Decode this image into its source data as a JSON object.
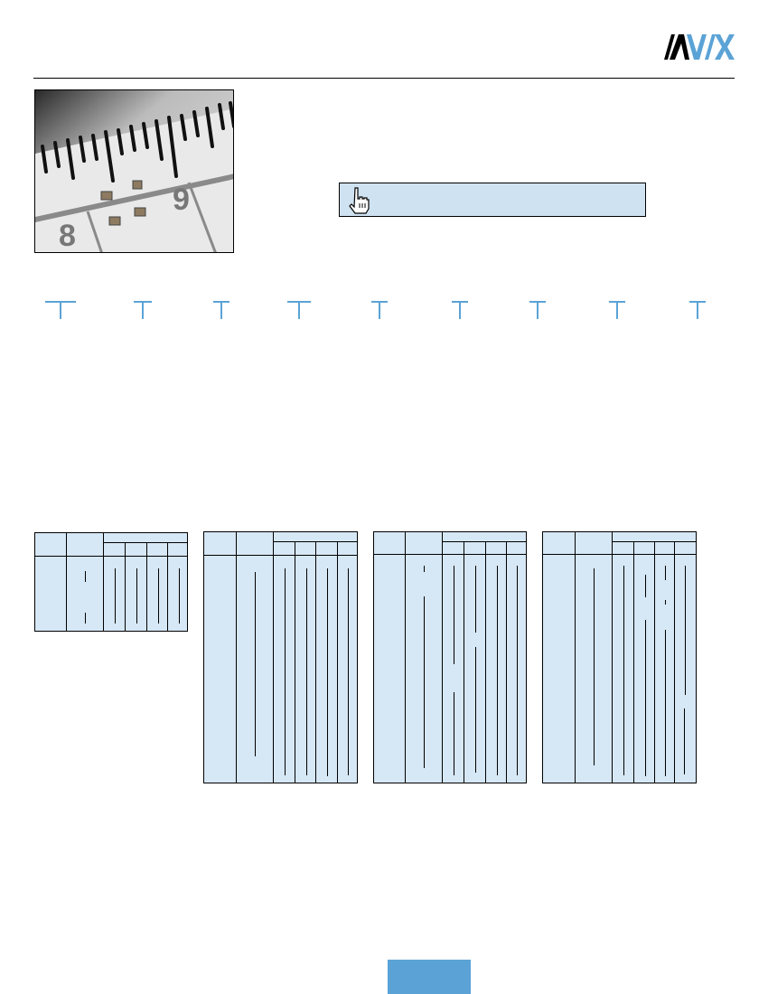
{
  "header": {
    "brand": "AVX",
    "logo_icon": "avx-logo-icon",
    "brand_colors": {
      "primary": "#000000",
      "accent": "#5ba3d6"
    }
  },
  "hero": {
    "photo_icon": "ruler-chip-photo",
    "callout": {
      "icon": "pointing-hand-icon",
      "text": "",
      "background": "#cfe2f1"
    }
  },
  "part_number_markers": {
    "count": 9,
    "color": "#5ba3d6",
    "labels": [
      "",
      "",
      "",
      "",
      "",
      "",
      "",
      "",
      ""
    ]
  },
  "tables": [
    {
      "header_columns": 2,
      "subcolumns": 4,
      "rows": [],
      "background": "#d6e7f5"
    },
    {
      "header_columns": 2,
      "subcolumns": 4,
      "rows": [],
      "background": "#d6e7f5"
    },
    {
      "header_columns": 2,
      "subcolumns": 4,
      "rows": [],
      "background": "#d6e7f5"
    },
    {
      "header_columns": 2,
      "subcolumns": 4,
      "rows": [],
      "background": "#d6e7f5"
    }
  ],
  "footer": {
    "page_number": "",
    "tab_color": "#5ba3d6"
  }
}
